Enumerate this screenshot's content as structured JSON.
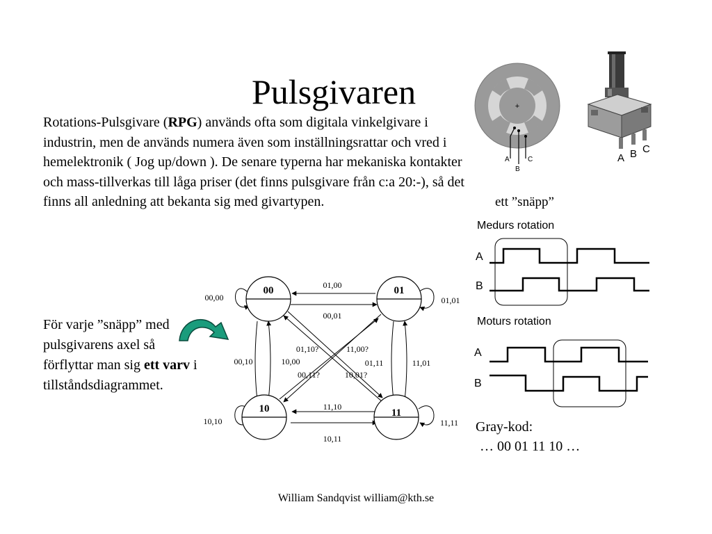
{
  "slide": {
    "title": "Pulsgivaren",
    "intro": {
      "pre": "Rotations-Pulsgivare (",
      "bold": "RPG",
      "post": ") används ofta som digitala vinkelgivare i industrin, men de används numera även som inställningsrattar och vred i hemelektronik ( Jog up/down ). De senare typerna har mekaniska kontakter och mass-tillverkas till låga priser (det finns pulsgivare från c:a 20:-), så det finns all anledning att bekanta sig med givartypen."
    },
    "snapp_label": "ett ”snäpp”",
    "side_note": {
      "pre": "För varje ”snäpp” med pulsgivarens axel så förflyttar man sig ",
      "bold": "ett varv",
      "post": " i tillståndsdiagrammet."
    },
    "gray_code": {
      "label": "Gray-kod:",
      "sequence": "… 00 01 11 10 …"
    },
    "footer": "William Sandqvist  william@kth.se"
  },
  "disk": {
    "center_mark": "+",
    "labels": [
      "A",
      "B",
      "C"
    ]
  },
  "encoder_photo": {
    "labels": [
      "A",
      "B",
      "C"
    ]
  },
  "waveforms": {
    "cw": {
      "title": "Medurs rotation",
      "signal_a": "A",
      "signal_b": "B"
    },
    "ccw": {
      "title": "Moturs rotation",
      "signal_a": "A",
      "signal_b": "B"
    }
  },
  "state_diagram": {
    "states": [
      "00",
      "01",
      "10",
      "11"
    ],
    "self_loops": {
      "s00": "00,00",
      "s01": "01,01",
      "s10": "10,10",
      "s11": "11,11"
    },
    "edges": {
      "top_upper": "01,00",
      "top_lower": "00,01",
      "left_outer": "00,10",
      "left_inner": "10,00",
      "right_inner": "01,11",
      "right_outer": "11,01",
      "bottom_upper": "11,10",
      "bottom_lower": "10,11",
      "diag_ul": "01,10?",
      "diag_ur": "11,00?",
      "diag_ll": "00,11?",
      "diag_lr": "10,01?"
    }
  },
  "colors": {
    "arrow_fill": "#1a9c7c",
    "arrow_outline": "#0a4a3c",
    "disk_gray": "#9a9a9a",
    "disk_light": "#d6d6d6"
  }
}
